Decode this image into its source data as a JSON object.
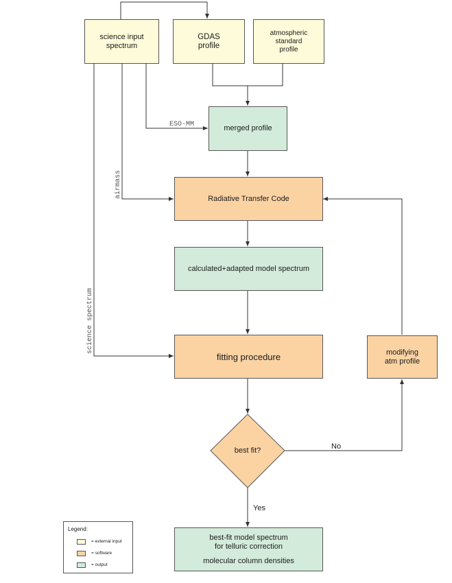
{
  "boxes": {
    "science_input": [
      "science input",
      "spectrum"
    ],
    "gdas": [
      "GDAS",
      "profile"
    ],
    "atm_standard": [
      "atmospheric",
      "standard",
      "profile"
    ],
    "merged": [
      "merged profile"
    ],
    "rtc": [
      "Radiative Transfer Code"
    ],
    "model_spectrum": [
      "calculated+adapted model spectrum"
    ],
    "fitting": [
      "fitting procedure"
    ],
    "modifying": [
      "modifying",
      "atm profile"
    ],
    "best_fit_output": [
      "best-fit model spectrum",
      "for telluric correction",
      "",
      "molecular column densities"
    ]
  },
  "decision": "best fit?",
  "edge_labels": {
    "eso_mm": "ESO-MM",
    "airmass": "airmass",
    "science_spectrum": "science spectrum",
    "no": "No",
    "yes": "Yes"
  },
  "legend": {
    "title": "Legend:",
    "items": [
      {
        "label": "= external input",
        "color": "#fdfbd9"
      },
      {
        "label": "= software",
        "color": "#fbd3a3"
      },
      {
        "label": "= output",
        "color": "#d3ebdb"
      }
    ]
  },
  "colors": {
    "external_input": "#fdfbd9",
    "software": "#fbd3a3",
    "output": "#d3ebdb",
    "line": "#333333"
  }
}
